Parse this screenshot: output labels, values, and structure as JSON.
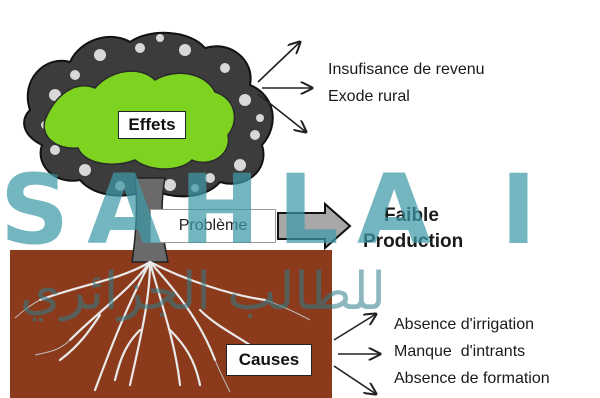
{
  "diagram": {
    "effects_label": "Effets",
    "problem_label": "Problème",
    "problem_result": [
      "Faible",
      "Production"
    ],
    "causes_label": "Causes",
    "effects": [
      "Insufisance de revenu",
      "Exode rural"
    ],
    "causes": [
      "Absence d'irrigation",
      "Manque  d'intrants",
      "Absence de formation"
    ]
  },
  "watermark": {
    "latin": "SAHLA I",
    "arabic": "للطالب الجزائري"
  },
  "colors": {
    "foliage_green": "#7ed321",
    "soil_brown": "#8b3a1c",
    "watermark_teal": "#3f9aa8"
  }
}
